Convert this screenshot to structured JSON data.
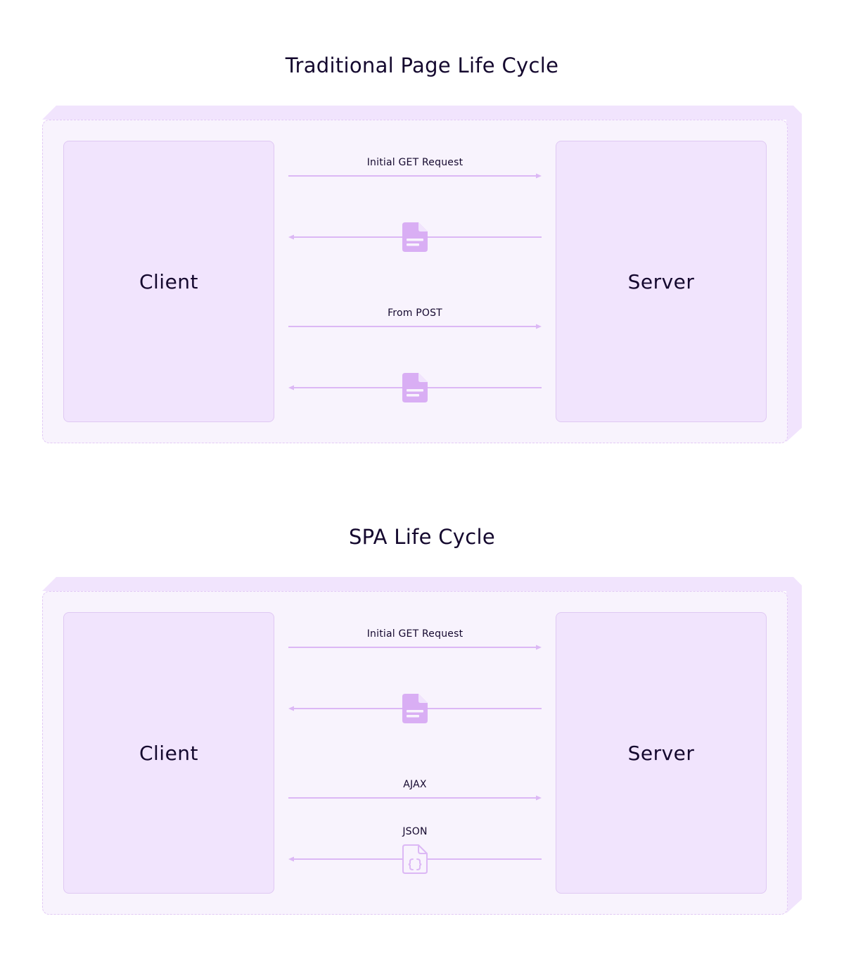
{
  "diagrams": [
    {
      "title": "Traditional Page Life Cycle",
      "client_label": "Client",
      "server_label": "Server",
      "flows": [
        {
          "label": "Initial GET Request",
          "direction": "to-server",
          "payload_icon": "none"
        },
        {
          "label": "",
          "direction": "to-client",
          "payload_icon": "document-icon"
        },
        {
          "label": "From POST",
          "direction": "to-server",
          "payload_icon": "none"
        },
        {
          "label": "",
          "direction": "to-client",
          "payload_icon": "document-icon"
        }
      ]
    },
    {
      "title": "SPA Life Cycle",
      "client_label": "Client",
      "server_label": "Server",
      "flows": [
        {
          "label": "Initial GET Request",
          "direction": "to-server",
          "payload_icon": "none"
        },
        {
          "label": "",
          "direction": "to-client",
          "payload_icon": "document-icon"
        },
        {
          "label": "AJAX",
          "direction": "to-server",
          "payload_icon": "none"
        },
        {
          "label": "JSON",
          "direction": "to-client",
          "payload_icon": "json-file-icon"
        }
      ]
    }
  ],
  "colors": {
    "title_text": "#14082e",
    "node_fill": "#f1e4fd",
    "frame_fill": "#f8f3fd",
    "frame_side": "#f1e4fd",
    "arrow": "#dcb8f5",
    "icon": "#d9aef4",
    "icon_outline": "#dcb8f5"
  }
}
